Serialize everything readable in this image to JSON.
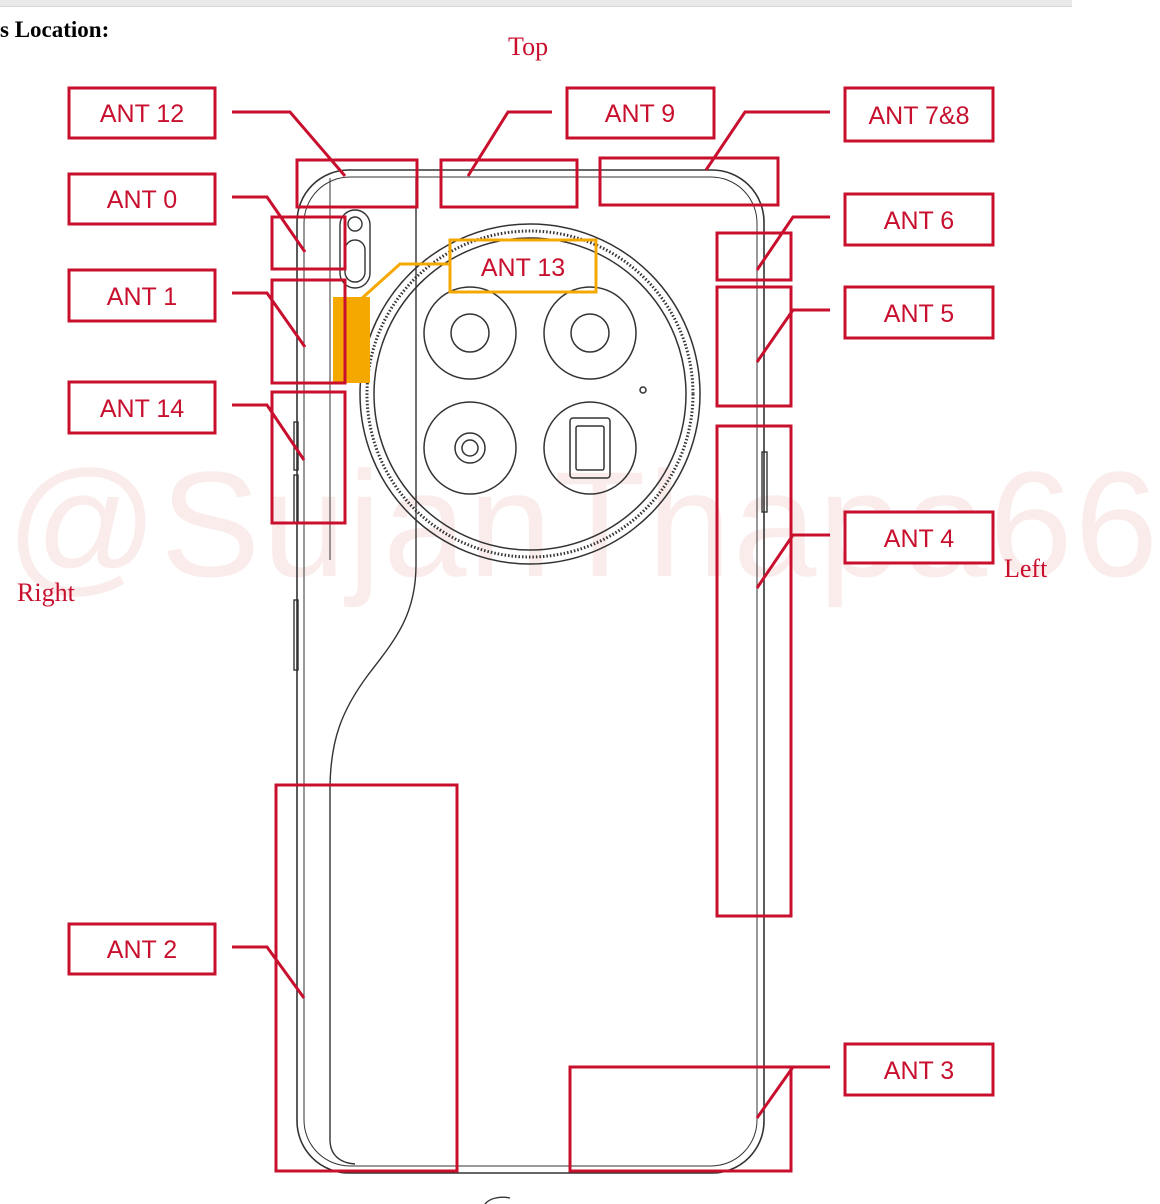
{
  "heading": "s Location:",
  "orientation": {
    "top": "Top",
    "right": "Right",
    "left": "Left"
  },
  "watermark": "@SujanThapa66",
  "colors": {
    "antenna": "#c8102e",
    "highlight": "#f5a800",
    "outline": "#333333"
  },
  "antennas": [
    {
      "id": "ant12",
      "label": "ANT 12"
    },
    {
      "id": "ant9",
      "label": "ANT 9"
    },
    {
      "id": "ant78",
      "label": "ANT 7&8"
    },
    {
      "id": "ant0",
      "label": "ANT 0"
    },
    {
      "id": "ant6",
      "label": "ANT 6"
    },
    {
      "id": "ant13",
      "label": "ANT 13"
    },
    {
      "id": "ant1",
      "label": "ANT 1"
    },
    {
      "id": "ant5",
      "label": "ANT 5"
    },
    {
      "id": "ant14",
      "label": "ANT 14"
    },
    {
      "id": "ant4",
      "label": "ANT 4"
    },
    {
      "id": "ant2",
      "label": "ANT 2"
    },
    {
      "id": "ant3",
      "label": "ANT 3"
    }
  ]
}
